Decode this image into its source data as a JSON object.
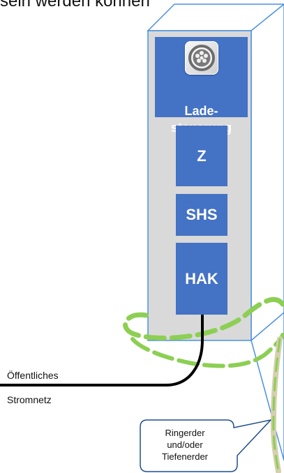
{
  "header": {
    "visible_text_fragment": "sein werden können"
  },
  "charging_station": {
    "control_label": "Lade-\nsteuerung",
    "modules": [
      {
        "label": "Z"
      },
      {
        "label": "SHS"
      },
      {
        "label": "HAK"
      }
    ],
    "icons": {
      "top_icon": "charging-socket-icon"
    }
  },
  "grid": {
    "label_top": "Öffentliches",
    "label_bottom": "Stromnetz"
  },
  "earthing_callout": {
    "text": "Ringerder\nund/oder\nTiefenerder"
  },
  "colors": {
    "cabinet_fill": "#d9d9d9",
    "cabinet_outline": "#4a90e2",
    "module_blue": "#4472c4",
    "ring_green": "#8ccf53",
    "ring_beige": "#d6cfb0",
    "cable_black": "#000000"
  }
}
